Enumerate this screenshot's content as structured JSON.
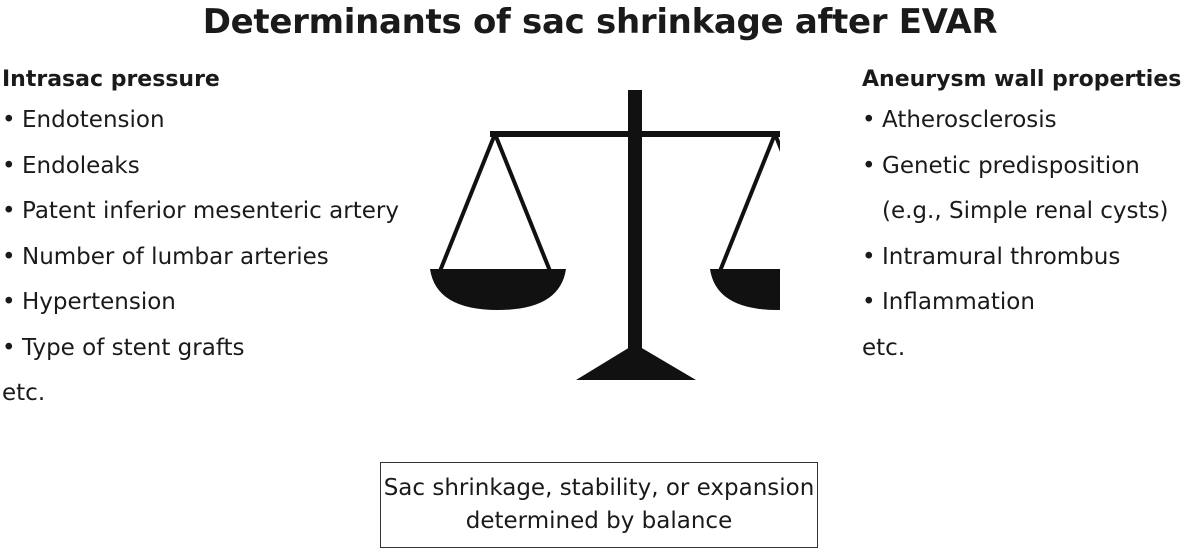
{
  "title": "Determinants of sac shrinkage after EVAR",
  "left_panel": {
    "heading": "Intrasac pressure",
    "bullet": "•",
    "items": [
      "Endotension",
      "Endoleaks",
      "Patent inferior mesenteric artery",
      "Number of lumbar arteries",
      "Hypertension",
      "Type of stent grafts"
    ],
    "etc": "etc."
  },
  "right_panel": {
    "heading": "Aneurysm wall properties",
    "bullet": "•",
    "items": [
      {
        "text": "Atherosclerosis"
      },
      {
        "text": "Genetic predisposition",
        "continuation": "(e.g., Simple renal cysts)"
      },
      {
        "text": "Intramural thrombus"
      },
      {
        "text": "Inflammation"
      }
    ],
    "etc": "etc."
  },
  "balance_box": {
    "line1": "Sac shrinkage, stability, or expansion",
    "line2": "determined by balance"
  },
  "colors": {
    "ink": "#1a1a1a",
    "scale": "#111111"
  },
  "icons": {
    "scale": "balance-scale-icon"
  }
}
